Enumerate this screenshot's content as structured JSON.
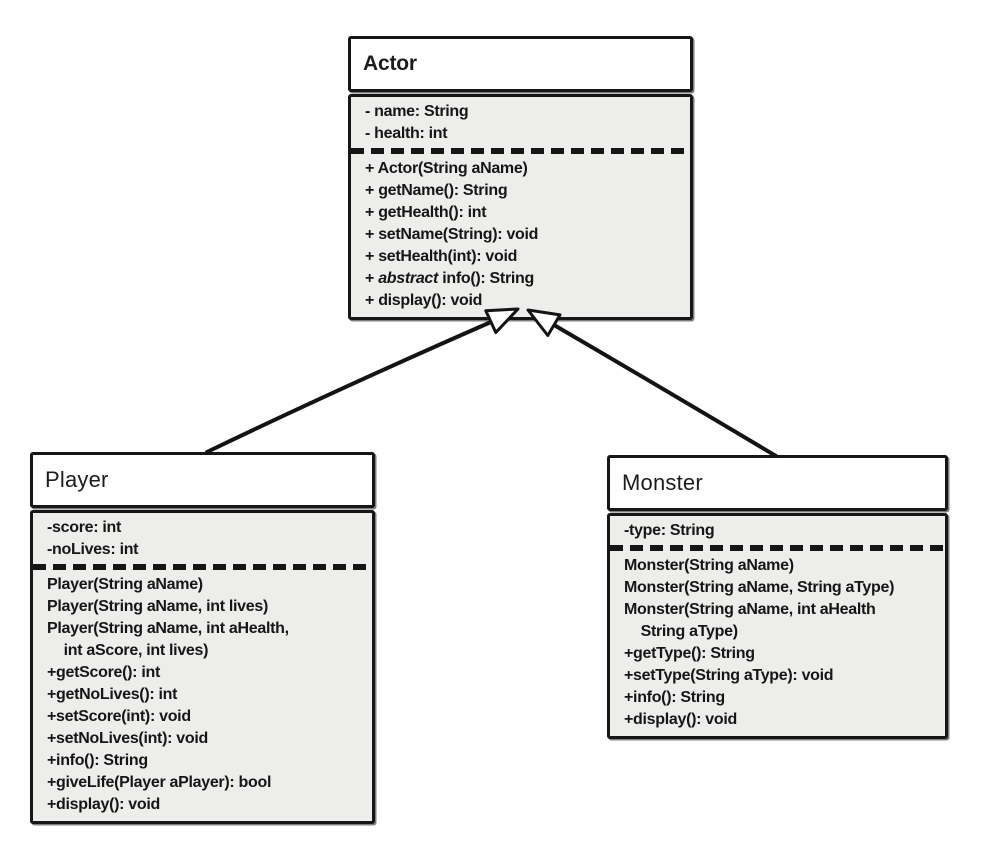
{
  "diagram_type": "uml-class-diagram",
  "colors": {
    "background": "#ffffff",
    "box_border": "#161616",
    "title_background": "#ffffff",
    "body_background": "#ededec",
    "text": "#161616",
    "relation_line": "#141414"
  },
  "classes": {
    "actor": {
      "name": "Actor",
      "attributes": [
        "- name: String",
        "- health: int"
      ],
      "methods": [
        "+ Actor(String aName)",
        "+ getName(): String",
        "+ getHealth(): int",
        "+ setName(String): void",
        "+ setHealth(int): void",
        {
          "pre": "+ ",
          "keyword": "abstract",
          "rest": " info(): String"
        },
        "+ display(): void"
      ]
    },
    "player": {
      "name": "Player",
      "attributes": [
        "-score: int",
        "-noLives: int"
      ],
      "methods": [
        "Player(String aName)",
        "Player(String aName, int lives)",
        "Player(String aName, int aHealth,",
        "    int aScore, int lives)",
        "+getScore(): int",
        "+getNoLives(): int",
        "+setScore(int): void",
        "+setNoLives(int): void",
        "+info(): String",
        "+giveLife(Player aPlayer): bool",
        "+display(): void"
      ]
    },
    "monster": {
      "name": "Monster",
      "attributes": [
        "-type: String"
      ],
      "methods": [
        "Monster(String aName)",
        "Monster(String aName, String aType)",
        "Monster(String aName, int aHealth",
        "    String aType)",
        "+getType(): String",
        "+setType(String aType): void",
        "+info(): String",
        "+display(): void"
      ]
    }
  },
  "relationships": [
    {
      "from": "Player",
      "to": "Actor",
      "type": "generalization"
    },
    {
      "from": "Monster",
      "to": "Actor",
      "type": "generalization"
    }
  ]
}
